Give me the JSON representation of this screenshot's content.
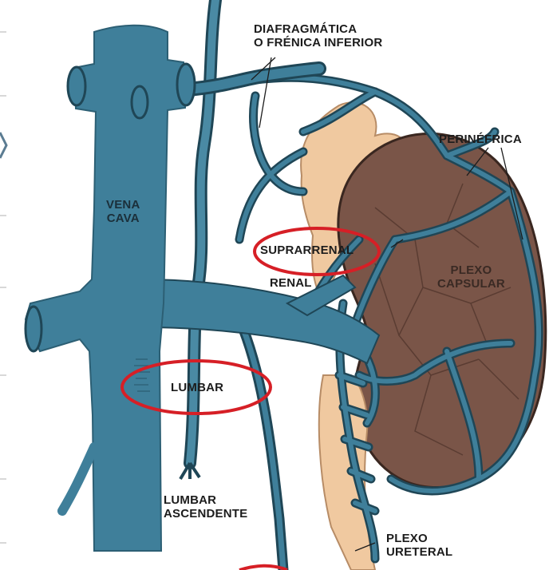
{
  "labels": {
    "diafragmatica": [
      "DIAFRAGMÁTICA",
      "O FRÉNICA INFERIOR"
    ],
    "perinefrica": "PERINÉFRICA",
    "vena_cava": [
      "VENA",
      "CAVA"
    ],
    "suprarrenal": "SUPRARRENAL",
    "renal": "RENAL",
    "plexo_capsular": [
      "PLEXO",
      "CAPSULAR"
    ],
    "lumbar": "LUMBAR",
    "lumbar_ascendente": [
      "LUMBAR",
      "ASCENDENTE"
    ],
    "plexo_ureteral": [
      "PLEXO",
      "URETERAL"
    ]
  },
  "highlighted": [
    "suprarrenal",
    "lumbar"
  ],
  "colors": {
    "vein": "#3f7f9a",
    "vein_dark": "#1f4656",
    "kidney": "#7a5548",
    "adrenal": "#f0c9a0",
    "highlight_ring": "#d61f26",
    "background": "#ffffff"
  }
}
